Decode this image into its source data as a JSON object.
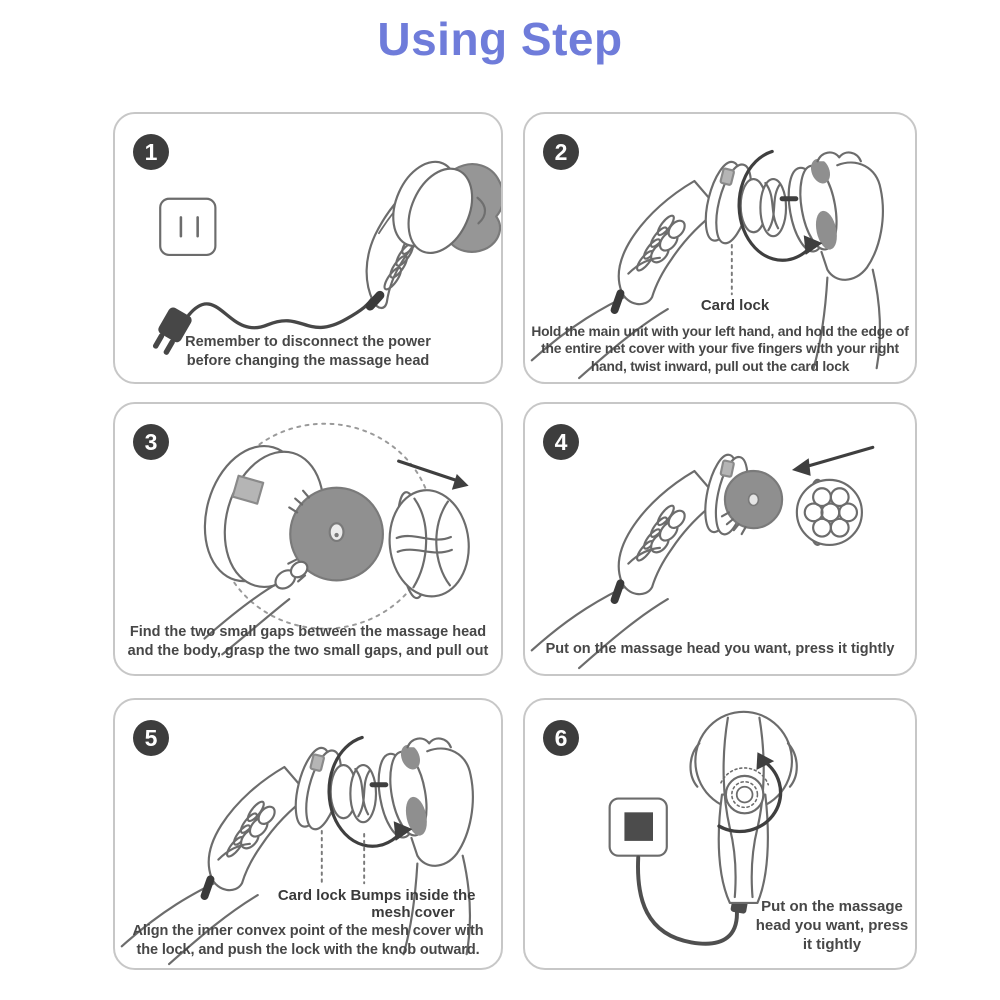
{
  "page": {
    "title": "Using Step"
  },
  "colors": {
    "title_accent": "#6F7CDA",
    "badge_bg": "#3D3D3D",
    "badge_text": "#FFFFFF",
    "panel_border": "#C7C7C7",
    "caption_text": "#474747",
    "line_art": "#6C6C6C",
    "dark_accent": "#3F3F3F",
    "gray_fill": "#949494"
  },
  "steps": [
    {
      "number": "1",
      "illustration": "unplugged-power-cord-outlet-and-massager",
      "caption": "Remember to disconnect the power before changing the massage head"
    },
    {
      "number": "2",
      "illustration": "two-hands-twisting-net-cover-off",
      "labels": {
        "card_lock": "Card lock"
      },
      "caption": "Hold the main unit with your left hand, and hold the edge of the entire net cover with your five fingers with your right hand, twist inward, pull out the card lock"
    },
    {
      "number": "3",
      "illustration": "finding-gaps-between-head-and-body",
      "caption": "Find the two small gaps between the massage head and the body, grasp the two small gaps, and pull out"
    },
    {
      "number": "4",
      "illustration": "pressing-massage-head-onto-unit",
      "caption": "Put on the massage head you want, press it tightly"
    },
    {
      "number": "5",
      "illustration": "aligning-mesh-cover-bumps-with-lock",
      "labels": {
        "card_lock": "Card lock",
        "bumps": "Bumps inside the mesh cover"
      },
      "caption": "Align the inner convex point of the mesh cover with the lock, and push the lock with the knob outward."
    },
    {
      "number": "6",
      "illustration": "plugged-in-massager-front-view-with-dial",
      "caption": "Put on the massage head you want, press it tightly"
    }
  ]
}
